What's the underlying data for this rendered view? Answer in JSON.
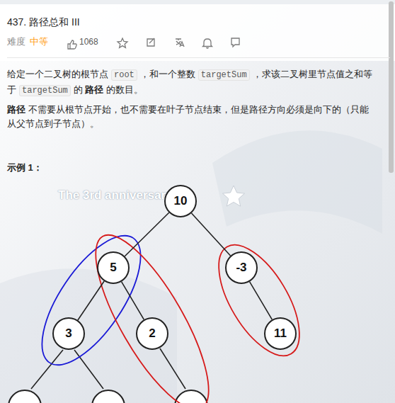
{
  "diagram": {
    "title": "437. 路径总和 III",
    "nodes": [
      {
        "text": [
          "10"
        ]
      },
      {
        "text": [
          "5"
        ]
      },
      {
        "text": [
          "-3"
        ]
      },
      {
        "text": [
          "3"
        ]
      },
      {
        "text": [
          "2"
        ]
      },
      {
        "text": [
          "11"
        ]
      }
    ],
    "edges": [
      {
        "from": 0,
        "to": 1,
        "arrow": "none"
      },
      {
        "from": 0,
        "to": 2,
        "arrow": "none"
      },
      {
        "from": 1,
        "to": 3,
        "arrow": "none"
      },
      {
        "from": 1,
        "to": 4,
        "arrow": "none"
      },
      {
        "from": 2,
        "to": 5,
        "arrow": "none"
      }
    ],
    "labels": [
      "难度",
      "中等",
      "1068",
      "给定一个二叉树的根节点",
      "root",
      "，和一个整数",
      "targetSum",
      "，求该二叉树里节点值之和等于",
      "targetSum",
      "的",
      "路径",
      "的数目。",
      "路径",
      "不需要从根节点开始，也不需要在叶子节点结束，但是路径方向必须是向下的（只能从父节点到子节点）。",
      "示例 1：",
      "The 3rd anniversary"
    ]
  }
}
